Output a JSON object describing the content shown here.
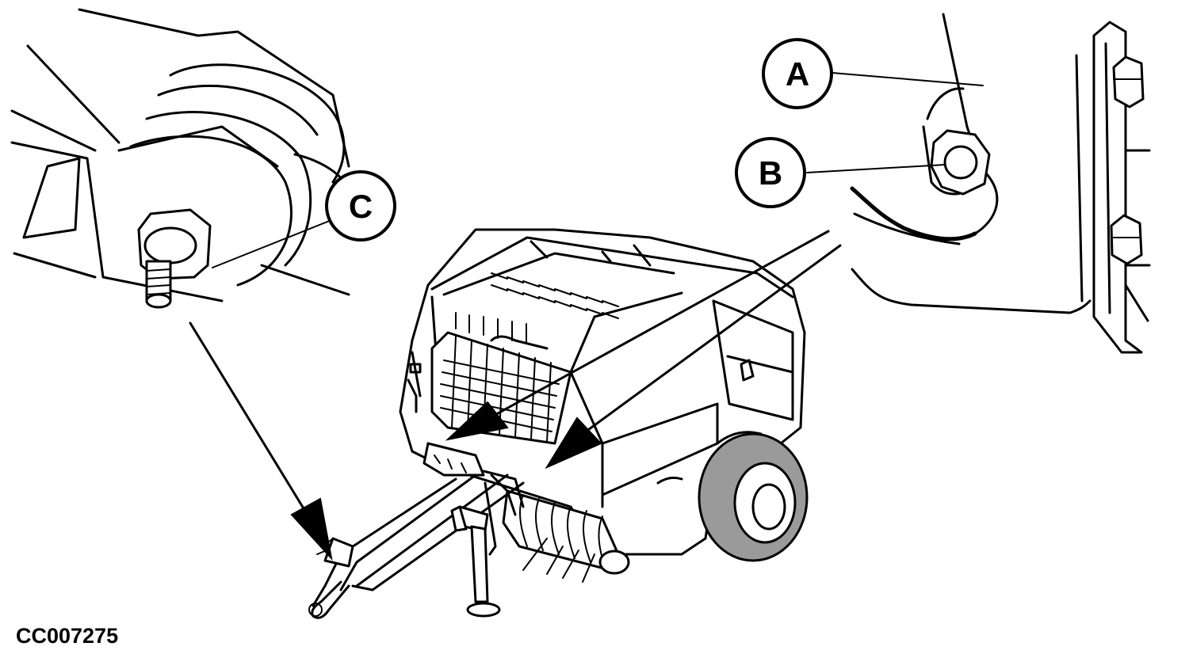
{
  "figure_id": "CC007275",
  "callouts": {
    "a": "A",
    "b": "B",
    "c": "C"
  },
  "colors": {
    "line": "#000000",
    "background": "#ffffff",
    "tire_fill": "#9a9a9a"
  }
}
